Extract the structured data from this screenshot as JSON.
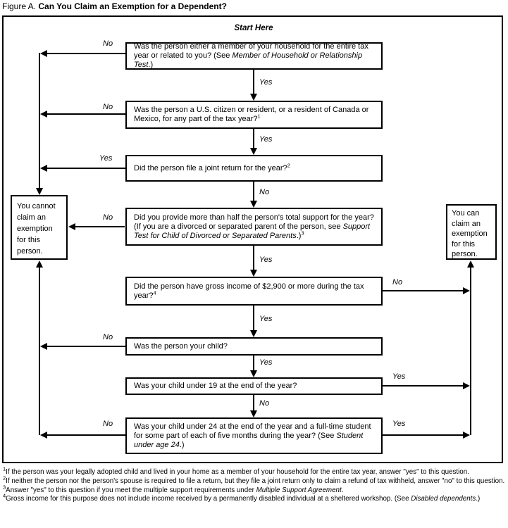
{
  "title": {
    "prefix": "Figure A.",
    "heading": "Can You Claim an Exemption for a Dependent?"
  },
  "start_label": "Start Here",
  "questions": [
    {
      "pre": "Was the person either a member of your household for the entire tax year or related to you? (See ",
      "italic": "Member of Household or Relationship Test",
      "post": ".)",
      "sup": ""
    },
    {
      "pre": "Was the person a U.S. citizen or resident, or a resident of Canada or Mexico, for any part of the tax year?",
      "italic": "",
      "post": "",
      "sup": "1"
    },
    {
      "pre": "Did the person file a joint return for the year?",
      "italic": "",
      "post": "",
      "sup": "2"
    },
    {
      "pre": "Did you provide more than half the person's total support for the year? (If you are a divorced or separated parent of the person, see ",
      "italic": "Support Test for Child of Divorced or Separated Parents",
      "post": ".)",
      "sup": "3"
    },
    {
      "pre": "Did the person have gross income of $2,900 or more during the tax year?",
      "italic": "",
      "post": "",
      "sup": "4"
    },
    {
      "pre": "Was the person your child?",
      "italic": "",
      "post": "",
      "sup": ""
    },
    {
      "pre": "Was your child under 19 at the end of the year?",
      "italic": "",
      "post": "",
      "sup": ""
    },
    {
      "pre": "Was your child under 24 at the end of the year and a full-time student for some part of each of five months during the year? (See ",
      "italic": "Student under age 24",
      "post": ".)",
      "sup": ""
    }
  ],
  "outcomes": {
    "negative": "You cannot claim an exemption for this person.",
    "positive": "You can claim an exemption for this person."
  },
  "connectors": {
    "q1_left": "No",
    "q1_down": "Yes",
    "q2_left": "No",
    "q2_down": "Yes",
    "q3_left": "Yes",
    "q3_down": "No",
    "q4_left": "No",
    "q4_down": "Yes",
    "q5_right": "No",
    "q5_down": "Yes",
    "q6_left": "No",
    "q6_down": "Yes",
    "q7_right": "Yes",
    "q7_down": "No",
    "q8_left": "No",
    "q8_right": "Yes"
  },
  "footnotes": [
    {
      "sup": "1",
      "pre": "If the person was your legally adopted child and lived in your home as a member of your household for the entire tax year, answer \"yes\" to this question.",
      "italic": "",
      "post": ""
    },
    {
      "sup": "2",
      "pre": "If neither the person nor the person's spouse is required to file a return, but they file a joint return only to claim a refund of tax withheld, answer \"no\" to this question.",
      "italic": "",
      "post": ""
    },
    {
      "sup": "3",
      "pre": "Answer \"yes\" to this question if you meet the multiple support requirements under ",
      "italic": "Multiple Support Agreement",
      "post": "."
    },
    {
      "sup": "4",
      "pre": "Gross income for this purpose does not include income received by a permanently disabled individual at a sheltered workshop. (See ",
      "italic": "Disabled dependents",
      "post": ".)"
    }
  ],
  "colors": {
    "ink": "#000000",
    "paper": "#ffffff"
  }
}
